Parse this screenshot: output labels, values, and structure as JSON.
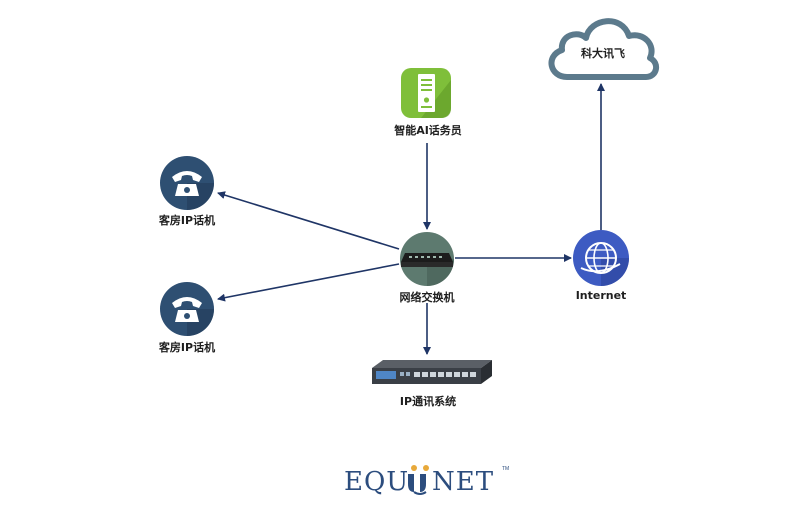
{
  "nodes": {
    "cloud": {
      "label": "科大讯飞"
    },
    "ai_agent": {
      "label": "智能AI话务员"
    },
    "switch": {
      "label": "网络交换机"
    },
    "internet": {
      "label": "Internet"
    },
    "phone_top": {
      "label": "客房IP话机"
    },
    "phone_bottom": {
      "label": "客房IP话机"
    },
    "ip_system": {
      "label": "IP通讯系统"
    }
  },
  "logo": {
    "text_left": "EQU",
    "text_right": "NET",
    "tm": "TM"
  },
  "colors": {
    "arrow": "#1f3566",
    "phone_circle": "#2e4f72",
    "switch_circle": "#5d7a6f",
    "internet_circle": "#3d5bc2",
    "ai_circle": "#7fbf3a",
    "cloud_stroke": "#5c7a8c",
    "logo": "#2c4d7e",
    "logo_accent": "#e8a93a"
  },
  "icons": {
    "cloud": "cloud-icon",
    "ai_agent": "server-icon",
    "switch": "switch-icon",
    "internet": "globe-icon",
    "phone": "phone-icon",
    "ip_system": "rack-device-icon"
  }
}
